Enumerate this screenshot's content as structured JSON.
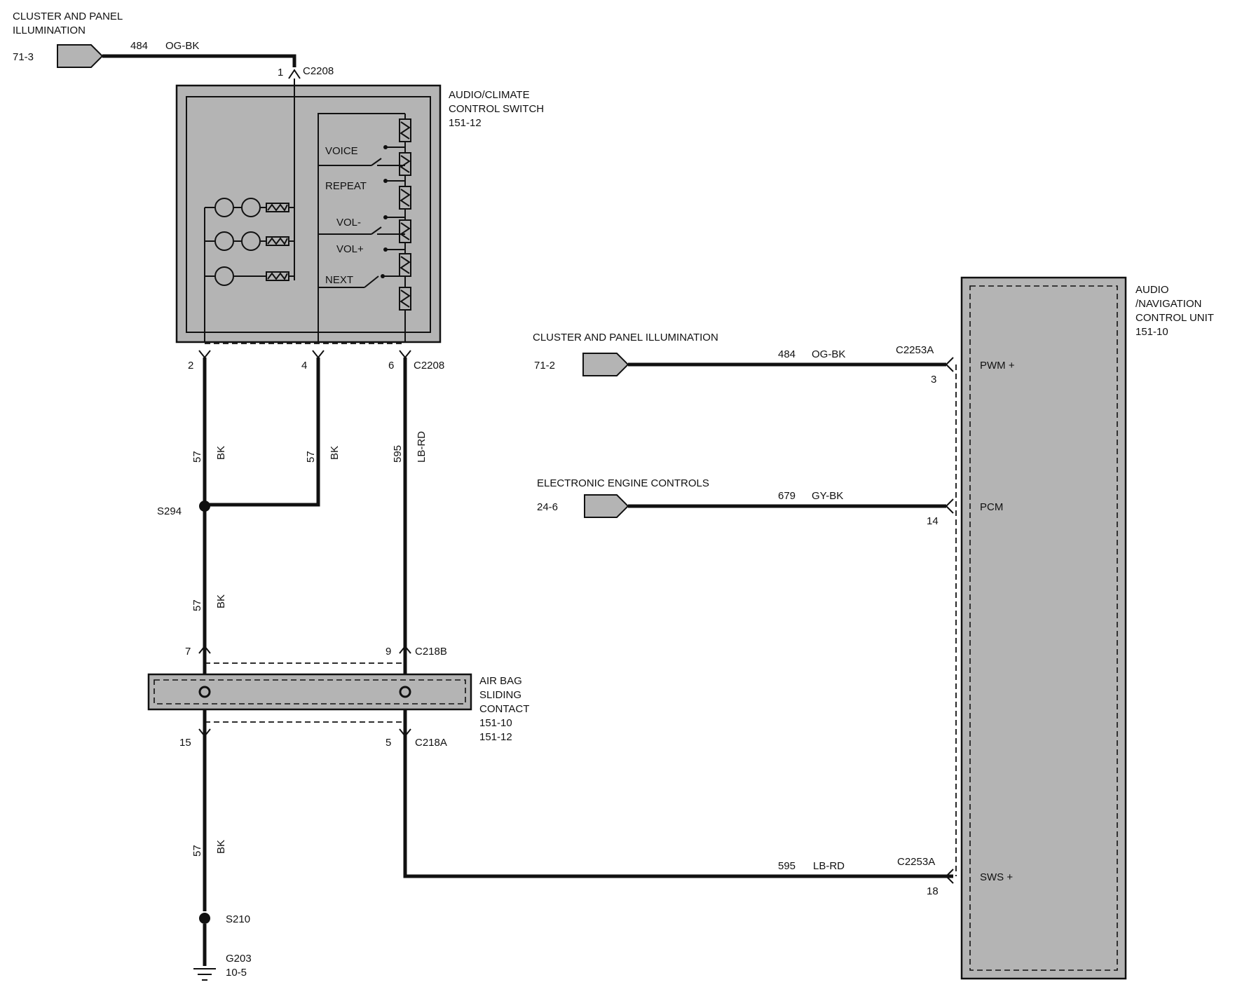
{
  "colors": {
    "component_fill": "#b4b4b4",
    "wire": "#111111",
    "background": "#ffffff"
  },
  "sources": {
    "cluster_top": {
      "title_line1": "CLUSTER AND PANEL",
      "title_line2": "ILLUMINATION",
      "ref": "71-3",
      "circuit": "484",
      "color": "OG-BK"
    },
    "cluster_right": {
      "title": "CLUSTER AND PANEL ILLUMINATION",
      "ref": "71-2",
      "circuit": "484",
      "color": "OG-BK"
    },
    "engine": {
      "title": "ELECTRONIC ENGINE CONTROLS",
      "ref": "24-6",
      "circuit": "679",
      "color": "GY-BK"
    }
  },
  "switch": {
    "line1": "AUDIO/CLIMATE",
    "line2": "CONTROL SWITCH",
    "ref": "151-12",
    "buttons": [
      "VOICE",
      "REPEAT",
      "VOL-",
      "VOL+",
      "NEXT"
    ]
  },
  "nav_unit": {
    "line1": "AUDIO",
    "line2": "/NAVIGATION",
    "line3": "CONTROL UNIT",
    "ref": "151-10",
    "pins": [
      {
        "name": "PWM +",
        "number": "3",
        "connector": "C2253A"
      },
      {
        "name": "PCM",
        "number": "14",
        "connector": ""
      },
      {
        "name": "SWS +",
        "number": "18",
        "connector": "C2253A"
      }
    ]
  },
  "airbag": {
    "line1": "AIR BAG",
    "line2": "SLIDING",
    "line3": "CONTACT",
    "ref1": "151-10",
    "ref2": "151-12"
  },
  "connectors": {
    "c2208": "C2208",
    "c218b": "C218B",
    "c218a": "C218A"
  },
  "pins": {
    "c2208_top": "1",
    "c2208_p2": "2",
    "c2208_p4": "4",
    "c2208_p6": "6",
    "c218b_p7": "7",
    "c218b_p9": "9",
    "c218a_p15": "15",
    "c218a_p5": "5"
  },
  "wires": {
    "w57_a": {
      "circuit": "57",
      "color": "BK"
    },
    "w57_b": {
      "circuit": "57",
      "color": "BK"
    },
    "w595_a": {
      "circuit": "595",
      "color": "LB-RD"
    },
    "w57_c": {
      "circuit": "57",
      "color": "BK"
    },
    "w57_d": {
      "circuit": "57",
      "color": "BK"
    },
    "w595_b": {
      "circuit": "595",
      "color": "LB-RD"
    }
  },
  "splices": {
    "s294": "S294",
    "s210": "S210"
  },
  "ground": {
    "name": "G203",
    "ref": "10-5"
  }
}
